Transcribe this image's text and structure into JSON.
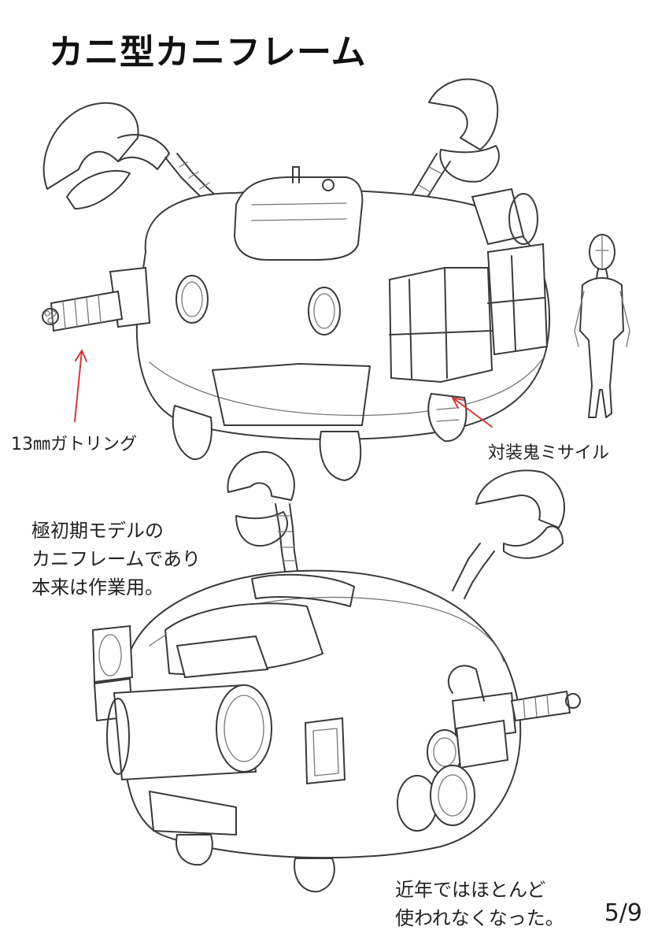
{
  "title": "カニ型カニフレーム",
  "annotations": {
    "gatling": "13㎜ガトリング",
    "missile": "対装鬼ミサイル"
  },
  "notes": {
    "upper": [
      "極初期モデルの",
      "カニフレームであり",
      "本来は作業用。"
    ],
    "lower": [
      "近年ではほとんど",
      "使われなくなった。"
    ]
  },
  "page_number": "5/9",
  "colors": {
    "arrow": "#d23b3b",
    "pencil": "#3a3a3a"
  }
}
